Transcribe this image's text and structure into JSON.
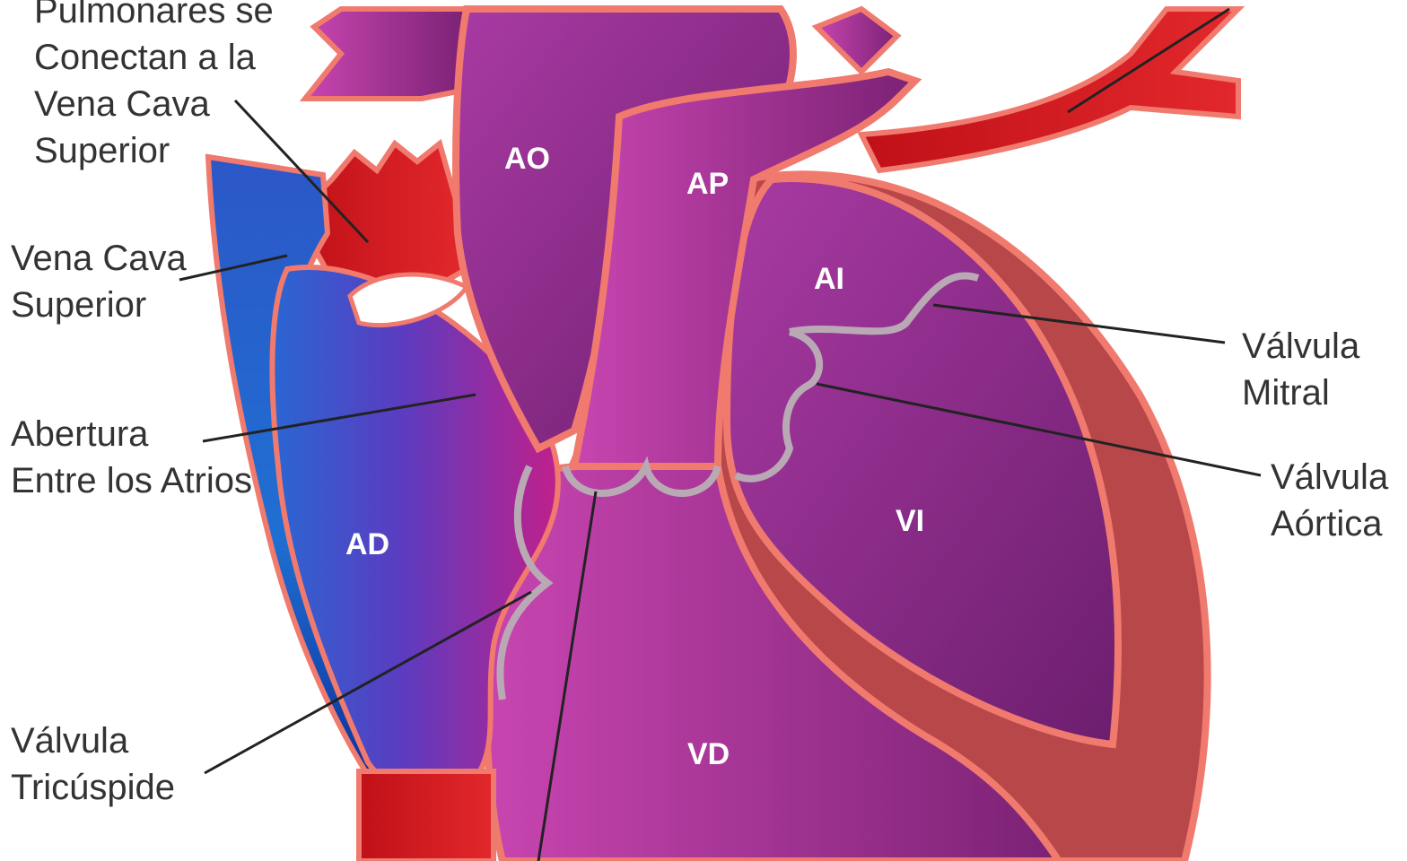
{
  "labels": {
    "pulmonary_top": [
      "Pulmonares se",
      "Conectan a la",
      "Vena Cava",
      "Superior"
    ],
    "vena_cava": [
      "Vena Cava",
      "Superior"
    ],
    "abertura": [
      "Abertura",
      "Entre los Atrios"
    ],
    "tricuspide": [
      "Válvula",
      "Tricúspide"
    ],
    "mitral": [
      "Válvula",
      "Mitral"
    ],
    "aortica": [
      "Válvula",
      "Aórtica"
    ]
  },
  "chambers": {
    "ao": "AO",
    "ap": "AP",
    "ai": "AI",
    "ad": "AD",
    "vi": "VI",
    "vd": "VD"
  },
  "colors": {
    "outline": "#f07a6e",
    "purple": "#8e2a86",
    "magenta": "#b23aa0",
    "red": "#d4191f",
    "blue": "#1e63c8",
    "muscle": "#b8474a",
    "valve": "#b9a9b5"
  }
}
